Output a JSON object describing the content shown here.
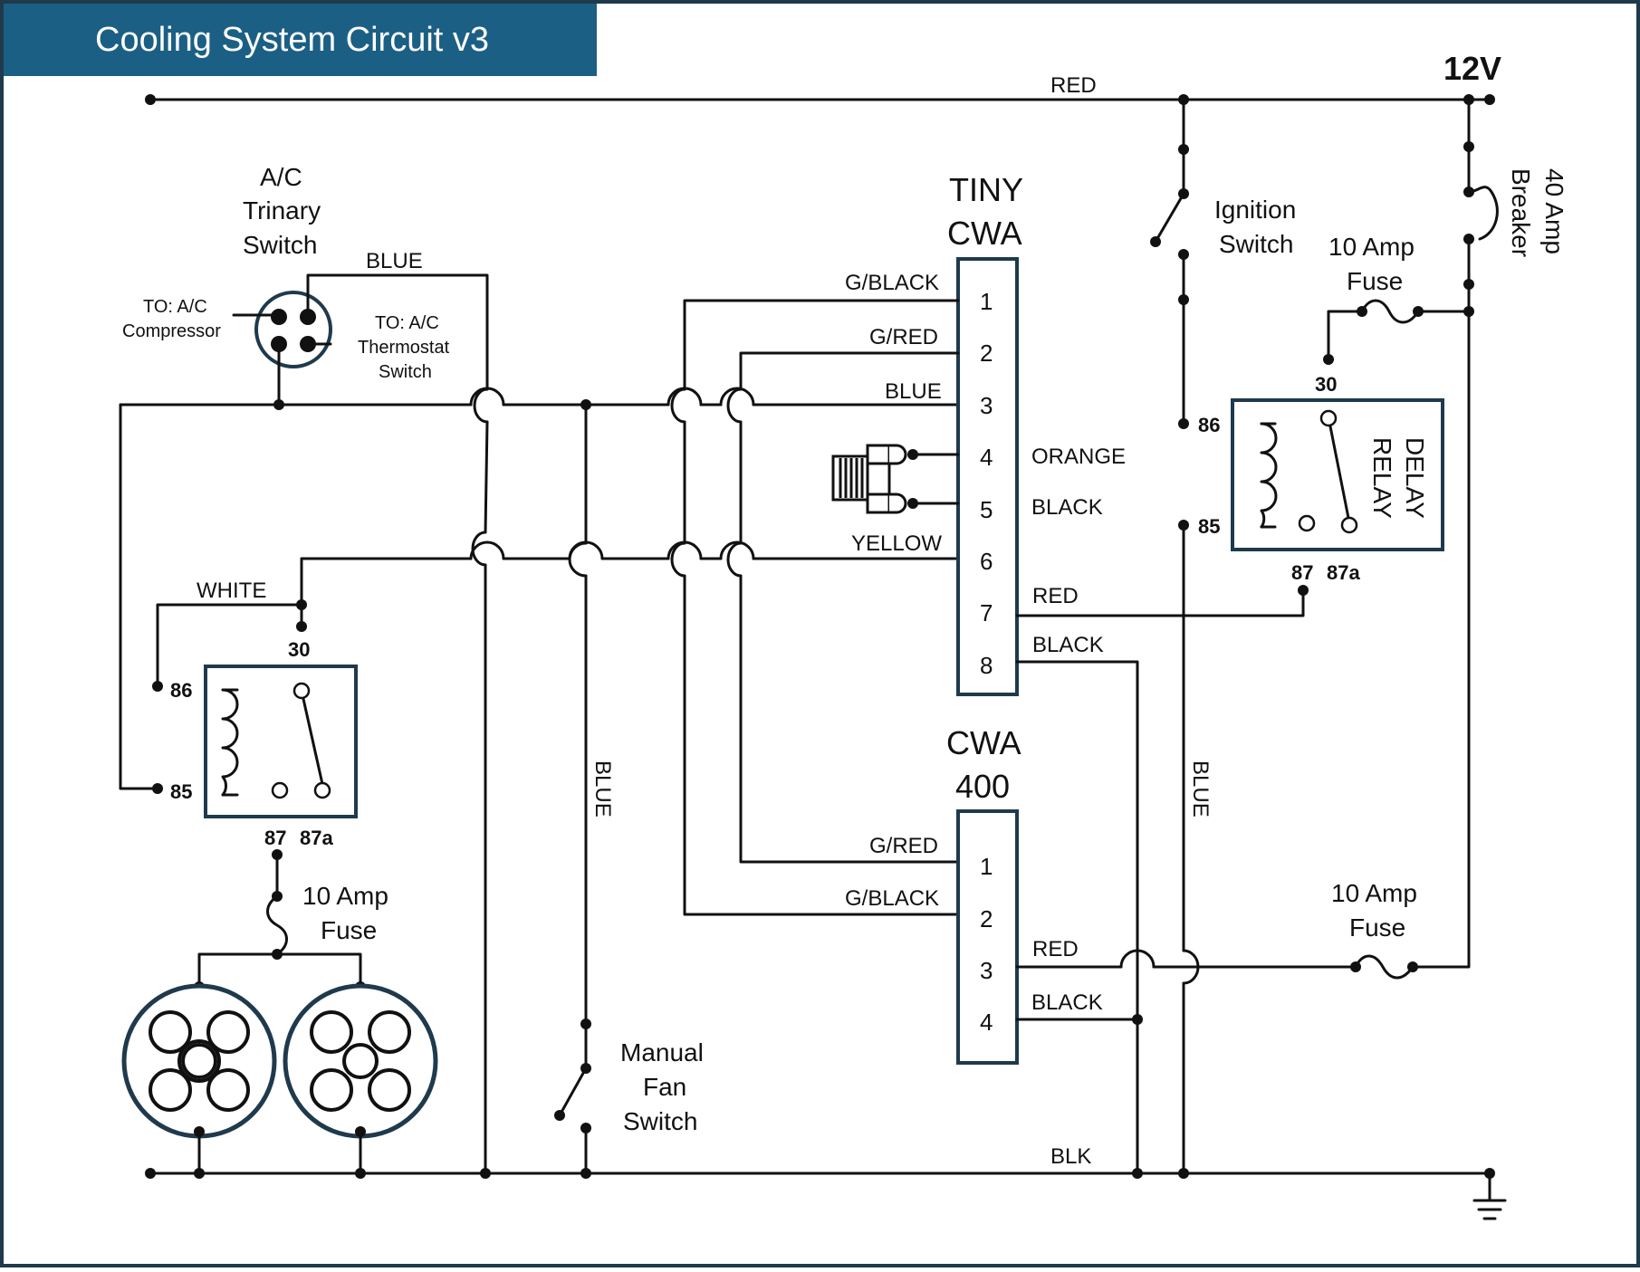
{
  "title": "Cooling System Circuit v3",
  "colors": {
    "title_bg": "#1c5f85",
    "border": "#1f3a4c",
    "wire": "#111111"
  },
  "supply_label": "12V",
  "wire_labels": {
    "red_top": "RED",
    "blk_bottom": "BLK",
    "trinary_blue": "BLUE",
    "blue_vertical_left": "BLUE",
    "blue_vertical_right": "BLUE",
    "white": "WHITE"
  },
  "trinary": {
    "title_l1": "A/C",
    "title_l2": "Trinary",
    "title_l3": "Switch",
    "left_l1": "TO: A/C",
    "left_l2": "Compressor",
    "right_l1": "TO: A/C",
    "right_l2": "Thermostat",
    "right_l3": "Switch"
  },
  "tiny_cwa": {
    "title_l1": "TINY",
    "title_l2": "CWA",
    "pins": [
      "1",
      "2",
      "3",
      "4",
      "5",
      "6",
      "7",
      "8"
    ],
    "wires_left": [
      "G/BLACK",
      "G/RED",
      "BLUE",
      "YELLOW"
    ],
    "wires_right": [
      "ORANGE",
      "BLACK",
      "RED",
      "BLACK"
    ]
  },
  "cwa400": {
    "title_l1": "CWA",
    "title_l2": "400",
    "pins": [
      "1",
      "2",
      "3",
      "4"
    ],
    "wires_left": [
      "G/RED",
      "G/BLACK"
    ],
    "wires_right": [
      "RED",
      "BLACK"
    ]
  },
  "fan_relay": {
    "t30": "30",
    "t86": "86",
    "t85": "85",
    "t87": "87",
    "t87a": "87a"
  },
  "delay_relay": {
    "title_l1": "DELAY",
    "title_l2": "RELAY",
    "t30": "30",
    "t86": "86",
    "t85": "85",
    "t87": "87",
    "t87a": "87a"
  },
  "fuses": {
    "fan_l1": "10 Amp",
    "fan_l2": "Fuse",
    "delay_l1": "10 Amp",
    "delay_l2": "Fuse",
    "cwa_l1": "10 Amp",
    "cwa_l2": "Fuse"
  },
  "breaker": {
    "l1": "40 Amp",
    "l2": "Breaker"
  },
  "ignition": {
    "l1": "Ignition",
    "l2": "Switch"
  },
  "manual_switch": {
    "l1": "Manual",
    "l2": "Fan",
    "l3": "Switch"
  }
}
